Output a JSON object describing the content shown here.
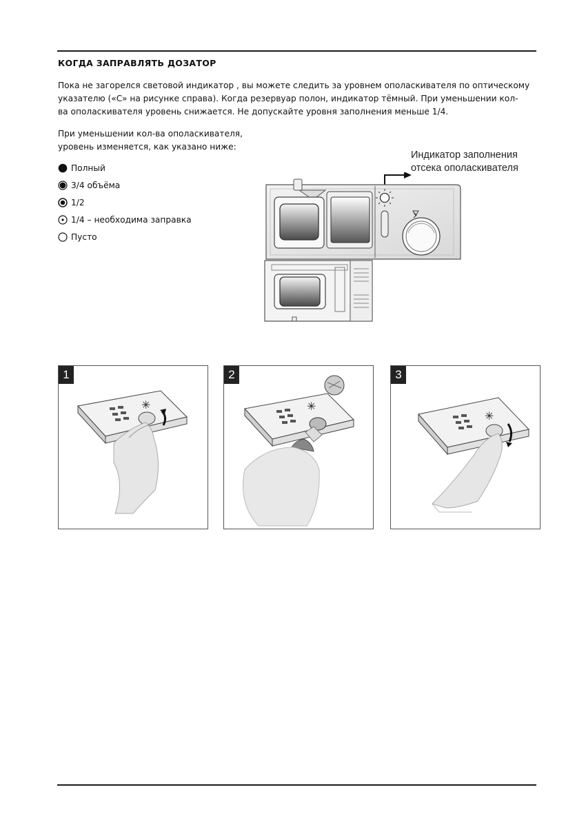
{
  "section": {
    "title": "КОГДА ЗАПРАВЛЯТЬ ДОЗАТОР",
    "paragraph1_line1": "Пока не загорелся световой индикатор , вы можете следить за уровнем ополаскивателя по оптическому",
    "paragraph1_line2": "указателю («C» на рисунке справа). Когда резервуар полон, индикатор тёмный. При уменьшении кол-",
    "paragraph1_line3": "ва ополаскивателя уровень снижается. Не допускайте уровня заполнения меньше 1/4.",
    "paragraph2_line1": "При уменьшении кол-ва ополаскивателя,",
    "paragraph2_line2": "уровень изменяется, как указано ниже:"
  },
  "levels": [
    {
      "label": "Полный",
      "icon": "full-circle-icon"
    },
    {
      "label": "3/4 объёма",
      "icon": "three-quarter-circle-icon"
    },
    {
      "label": "1/2",
      "icon": "half-circle-icon"
    },
    {
      "label": "1/4 – необходима заправка",
      "icon": "quarter-circle-icon"
    },
    {
      "label": "Пусто",
      "icon": "empty-circle-icon"
    }
  ],
  "callout": {
    "line1": "Индикатор заполнения",
    "line2": "отсека ополаскивателя"
  },
  "steps": [
    {
      "number": "1"
    },
    {
      "number": "2"
    },
    {
      "number": "3"
    }
  ]
}
